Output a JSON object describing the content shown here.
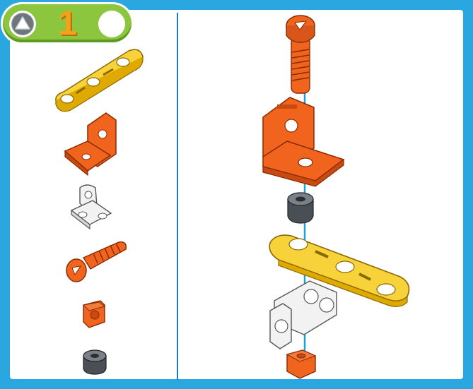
{
  "step": {
    "number": "1"
  },
  "icons": {
    "shape_icon": "triangle-in-circle",
    "empty_circle": "white-circle"
  },
  "colors": {
    "border": "#2aa6e0",
    "badge": "#8cc63f",
    "number": "#f6a11a",
    "orange_part": "#f0641e",
    "yellow_part": "#f7d23a",
    "axis_line": "#1aa0dc"
  },
  "parts_list": [
    {
      "name": "yellow-3-hole-strip"
    },
    {
      "name": "orange-angle-bracket"
    },
    {
      "name": "white-small-bracket"
    },
    {
      "name": "orange-screw"
    },
    {
      "name": "orange-square-nut"
    },
    {
      "name": "gray-spacer"
    }
  ]
}
